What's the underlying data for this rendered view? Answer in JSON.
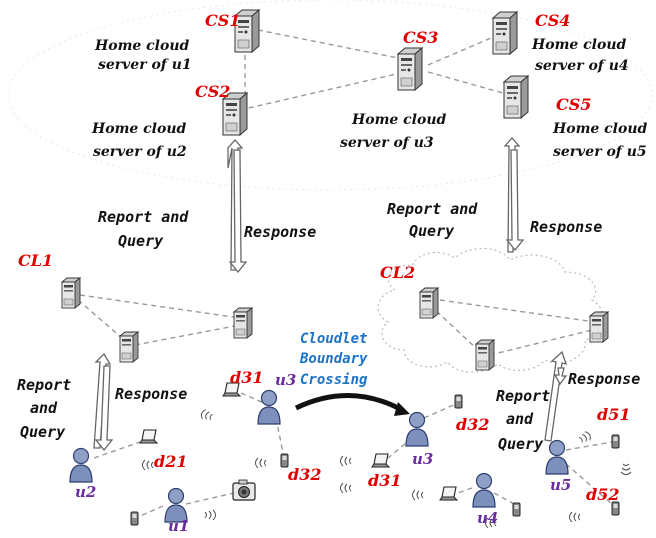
{
  "servers": {
    "cs1": {
      "label": "CS1",
      "caption": [
        "Home cloud",
        "server of u1"
      ]
    },
    "cs2": {
      "label": "CS2",
      "caption": [
        "Home cloud",
        "server of u2"
      ]
    },
    "cs3": {
      "label": "CS3",
      "caption": [
        "Home cloud",
        "server of  u3"
      ]
    },
    "cs4": {
      "label": "CS4",
      "caption": [
        "Home cloud",
        "server of u4"
      ]
    },
    "cs5": {
      "label": "CS5",
      "caption": [
        "Home cloud",
        "server of u5"
      ]
    }
  },
  "cloudlets": {
    "cl1": "CL1",
    "cl2": "CL2"
  },
  "arrows": {
    "report_query": [
      "Report and",
      "Query"
    ],
    "response": "Response",
    "local_report": [
      "Report",
      "and",
      "Query"
    ],
    "cl2_report": [
      "Report",
      "and",
      "Query"
    ]
  },
  "crossing": [
    "Cloudlet",
    "Boundary",
    "Crossing"
  ],
  "users": {
    "u1": "u1",
    "u2": "u2",
    "u3": "u3",
    "u4": "u4",
    "u5": "u5"
  },
  "devices": {
    "d21": "d21",
    "d31": "d31",
    "d32": "d32",
    "d51": "d51",
    "d52": "d52"
  }
}
